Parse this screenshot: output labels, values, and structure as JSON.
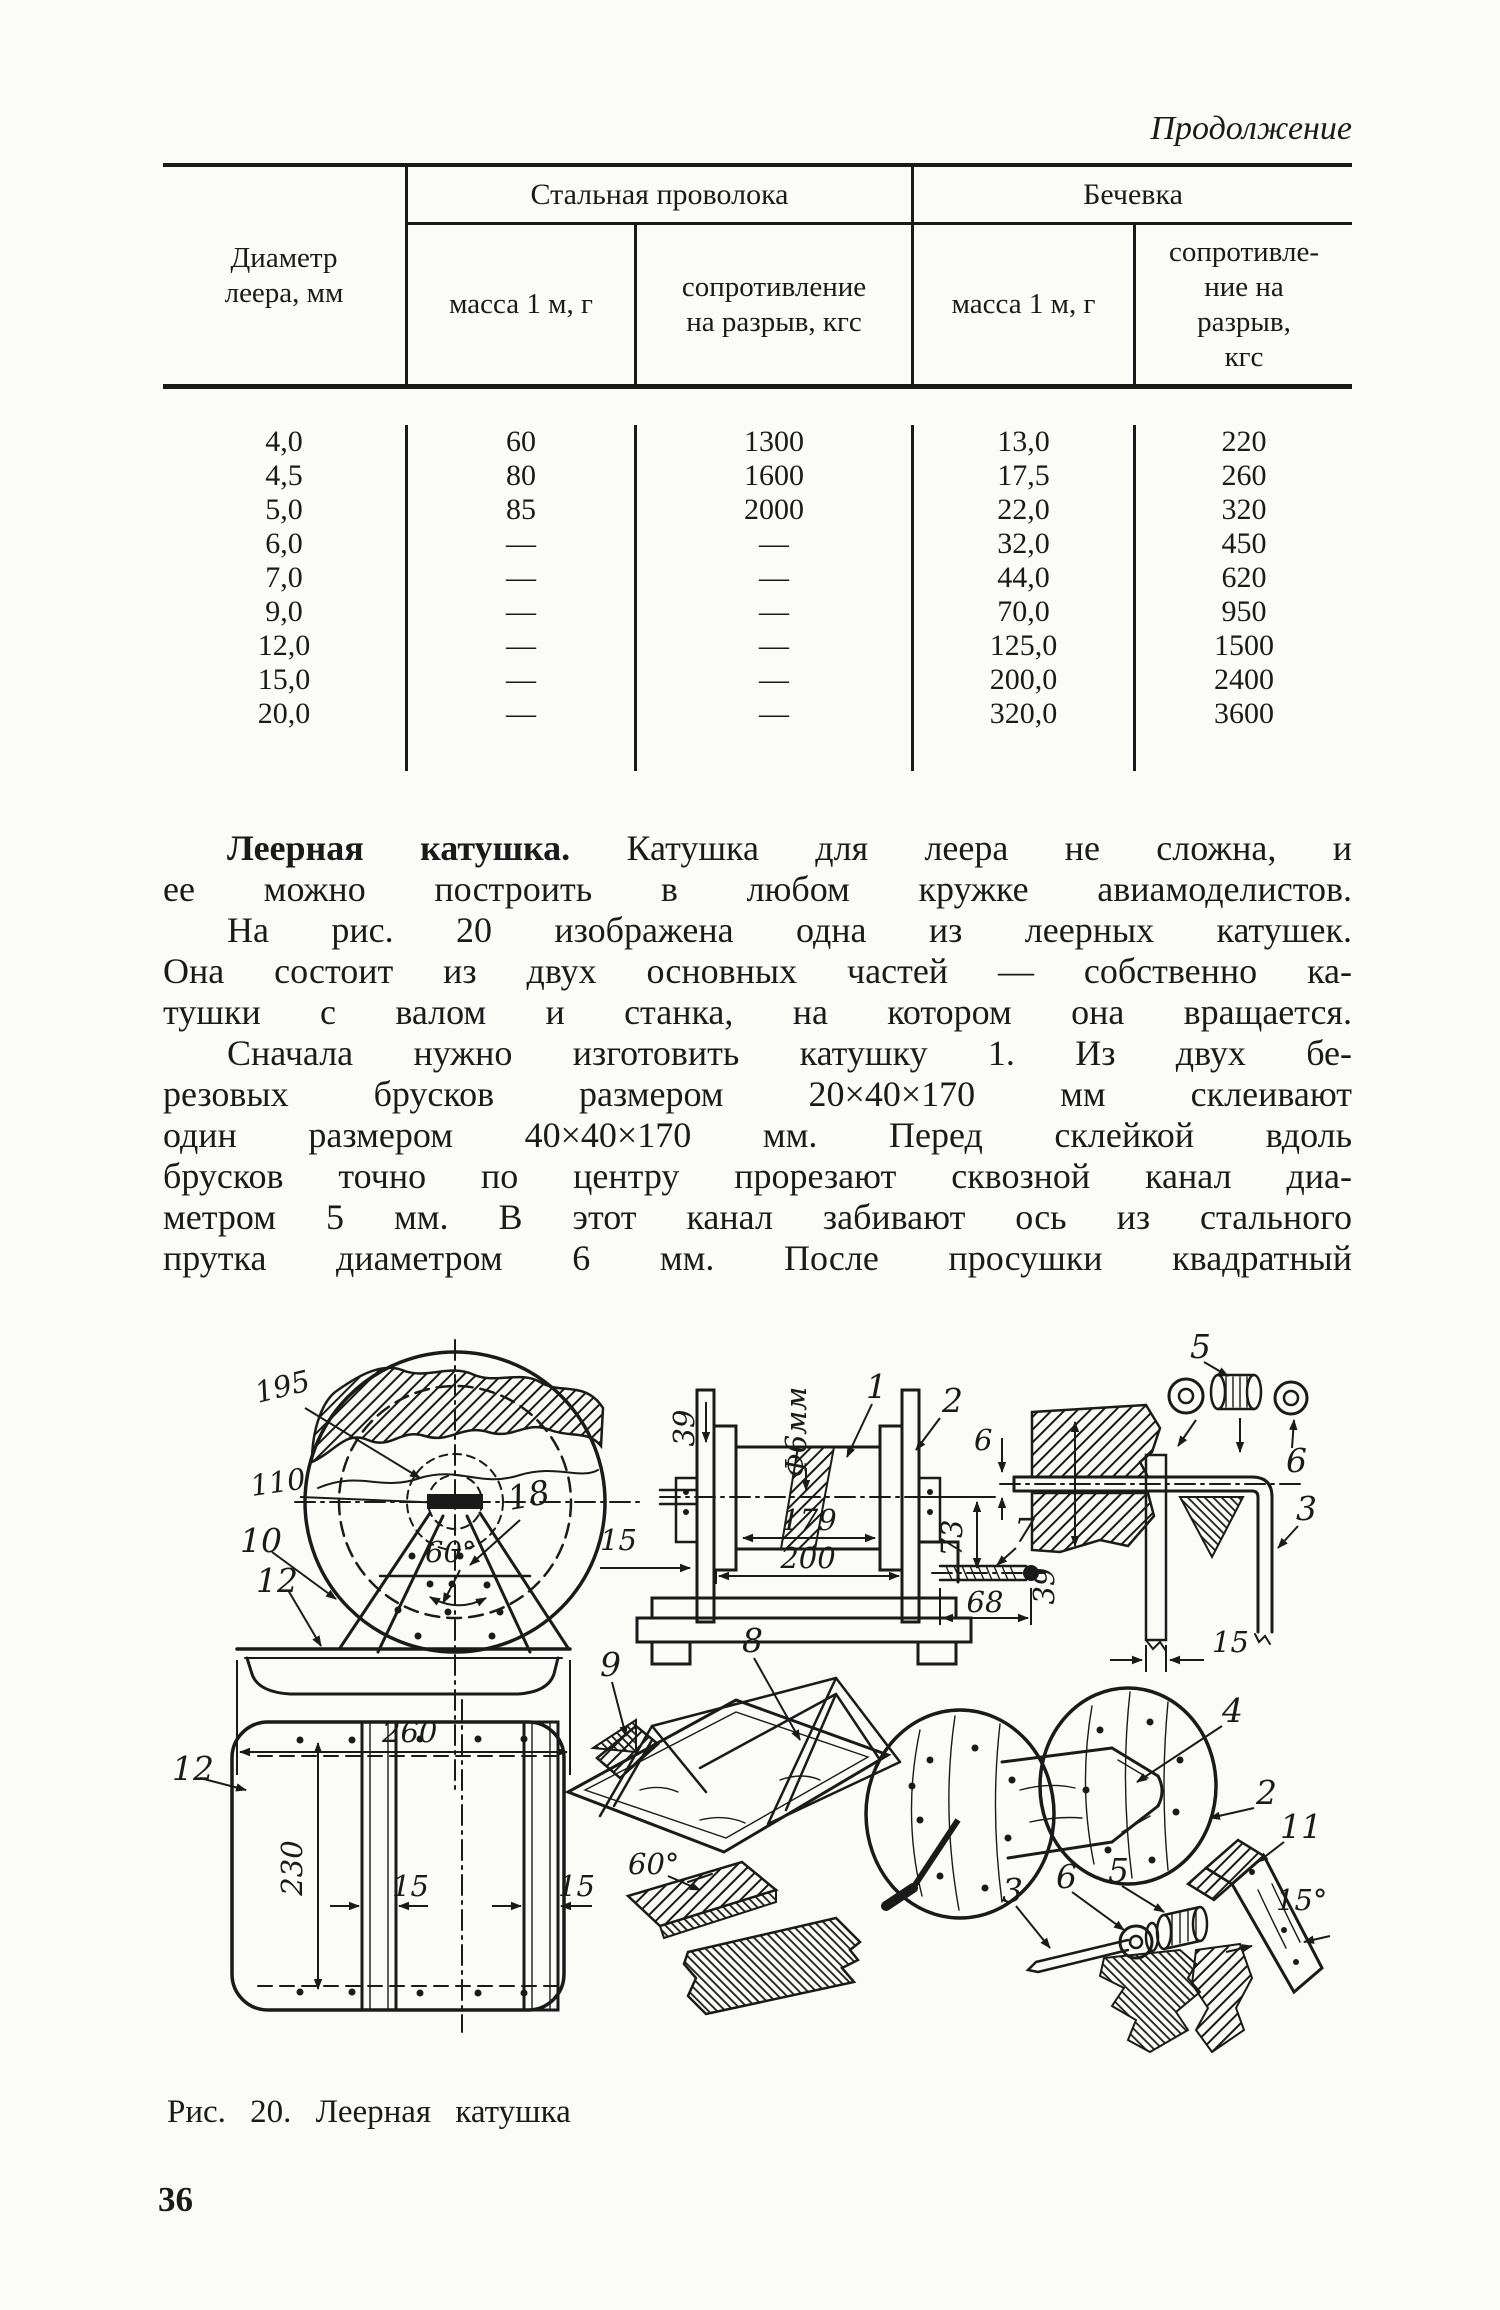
{
  "page": {
    "continuation_header": "Продолжение",
    "number": "36"
  },
  "table": {
    "col_diameter_header": "Диаметр\nлеера, мм",
    "group_steel": "Стальная проволока",
    "group_twine": "Бечевка",
    "sub_mass_steel": "масса 1 м, г",
    "sub_resist_steel": "сопротивление\nна разрыв, кгс",
    "sub_mass_twine": "масса 1 м, г",
    "sub_resist_twine": "сопротивле-\nние на\nразрыв,\nкгс",
    "rows": [
      [
        "4,0",
        "60",
        "1300",
        "13,0",
        "220"
      ],
      [
        "4,5",
        "80",
        "1600",
        "17,5",
        "260"
      ],
      [
        "5,0",
        "85",
        "2000",
        "22,0",
        "320"
      ],
      [
        "6,0",
        "—",
        "—",
        "32,0",
        "450"
      ],
      [
        "7,0",
        "—",
        "—",
        "44,0",
        "620"
      ],
      [
        "9,0",
        "—",
        "—",
        "70,0",
        "950"
      ],
      [
        "12,0",
        "—",
        "—",
        "125,0",
        "1500"
      ],
      [
        "15,0",
        "—",
        "—",
        "200,0",
        "2400"
      ],
      [
        "20,0",
        "—",
        "—",
        "320,0",
        "3600"
      ]
    ]
  },
  "body": {
    "lead": "Леерная катушка.",
    "line1_rest": " Катушка для леера не сложна, и",
    "lines": [
      "ее можно построить в любом кружке авиамоделистов.",
      "На рис. 20 изображена одна из леерных катушек.",
      "Она состоит из двух основных частей — собственно ка-",
      "тушки с валом и станка, на котором она вращается.",
      "Сначала нужно изготовить катушку 1. Из двух бе-",
      "резовых брусков размером 20×40×170 мм склеивают",
      "один размером 40×40×170 мм. Перед склейкой вдоль",
      "брусков точно по центру прорезают сквозной канал диа-",
      "метром 5 мм. В этот канал забивают ось из стального",
      "прутка диаметром 6 мм. После просушки  квадратный"
    ]
  },
  "figure": {
    "caption": "Рис. 20. Леерная катушка",
    "labels": [
      "195",
      "110",
      "10",
      "12",
      "18",
      "60°",
      "260",
      "39",
      "Ф6мм",
      "1",
      "2",
      "15",
      "179",
      "200",
      "8",
      "6",
      "73",
      "7",
      "68",
      "39",
      "5",
      "6",
      "3",
      "15",
      "12",
      "230",
      "15",
      "15",
      "9",
      "60°",
      "4",
      "2",
      "11",
      "3",
      "6",
      "5",
      "15°"
    ]
  }
}
